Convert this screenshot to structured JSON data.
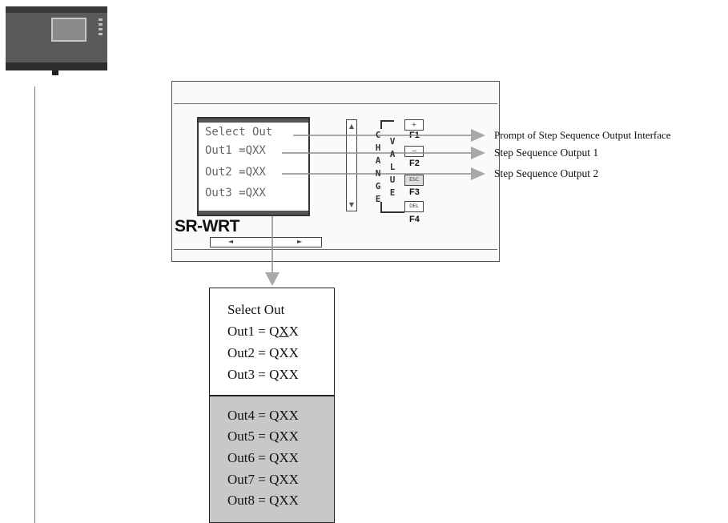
{
  "device": {
    "lcd_lines": [
      "Select Out",
      "Out1 =QXX",
      "Out2 =QXX",
      "Out3 =QXX"
    ],
    "side_word": [
      "C",
      "H",
      "A",
      "N",
      "G",
      "E"
    ],
    "value_word": [
      "V",
      "A",
      "L",
      "U",
      "E"
    ],
    "keys": [
      {
        "symbol": "+",
        "label": "F1"
      },
      {
        "symbol": "−",
        "label": "F2"
      },
      {
        "symbol": "ESC",
        "label": "F3"
      },
      {
        "symbol": "DEL",
        "label": "F4"
      }
    ],
    "scroll_up": "▲",
    "scroll_down": "▼",
    "nav_left": "◄",
    "nav_right": "►",
    "brand": "SR-WRT"
  },
  "callouts": [
    "Prompt of Step Sequence Output Interface",
    "Step Sequence Output 1",
    "Step Sequence Output 2"
  ],
  "table": {
    "visible_rows": [
      {
        "prefix": "Select Out",
        "underline": "",
        "suffix": ""
      },
      {
        "prefix": "Out1 = Q",
        "underline": "X",
        "suffix": "X"
      },
      {
        "prefix": "Out2 = QXX",
        "underline": "",
        "suffix": ""
      },
      {
        "prefix": "Out3 = QXX",
        "underline": "",
        "suffix": ""
      }
    ],
    "hidden_rows": [
      "Out4 = QXX",
      "Out5 = QXX",
      "Out6 = QXX",
      "Out7 = QXX",
      "Out8 = QXX"
    ]
  },
  "colors": {
    "arrow": "#a9a9a9",
    "hidden_bg": "#c8c8c8"
  }
}
